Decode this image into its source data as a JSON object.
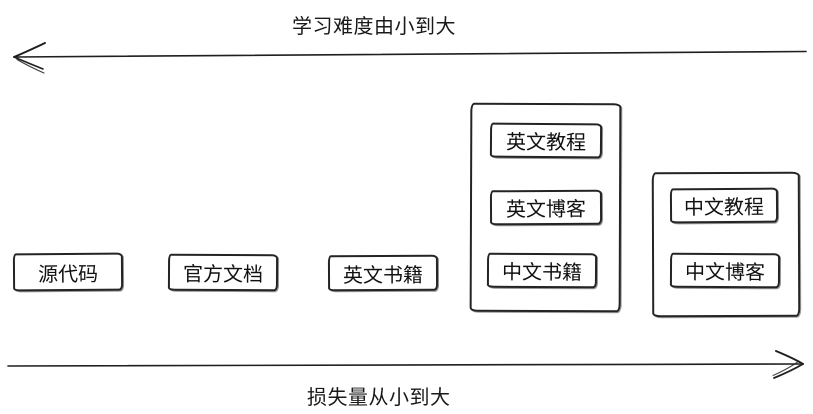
{
  "diagram": {
    "background": "#ffffff",
    "stroke_color": "#242424",
    "text_color": "#1a1a1a",
    "top_axis": {
      "label": "学习难度由小到大",
      "direction": "left"
    },
    "bottom_axis": {
      "label": "损失量从小到大",
      "direction": "right"
    },
    "nodes": [
      {
        "label": "源代码"
      },
      {
        "label": "官方文档"
      },
      {
        "label": "英文书籍"
      }
    ],
    "groups": [
      {
        "name": "english-resources-group",
        "items": [
          {
            "label": "英文教程"
          },
          {
            "label": "英文博客"
          },
          {
            "label": "中文书籍"
          }
        ]
      },
      {
        "name": "chinese-resources-group",
        "items": [
          {
            "label": "中文教程"
          },
          {
            "label": "中文博客"
          }
        ]
      }
    ]
  }
}
